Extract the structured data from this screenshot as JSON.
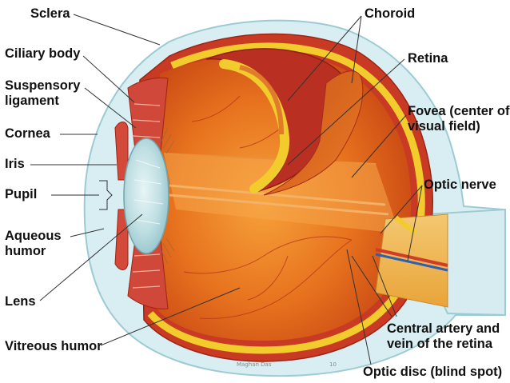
{
  "labels": {
    "sclera": "Sclera",
    "ciliary_body": "Ciliary body",
    "suspensory_ligament": "Suspensory ligament",
    "cornea": "Cornea",
    "iris": "Iris",
    "pupil": "Pupil",
    "aqueous_humor": "Aqueous humor",
    "lens": "Lens",
    "vitreous_humor": "Vitreous humor",
    "choroid": "Choroid",
    "retina": "Retina",
    "fovea": "Fovea (center of visual field)",
    "optic_nerve": "Optic nerve",
    "central_artery": "Central artery and vein of the retina",
    "optic_disc": "Optic disc (blind spot)"
  },
  "footer": {
    "credit": "Maghan Das",
    "slide_number": "10"
  }
}
